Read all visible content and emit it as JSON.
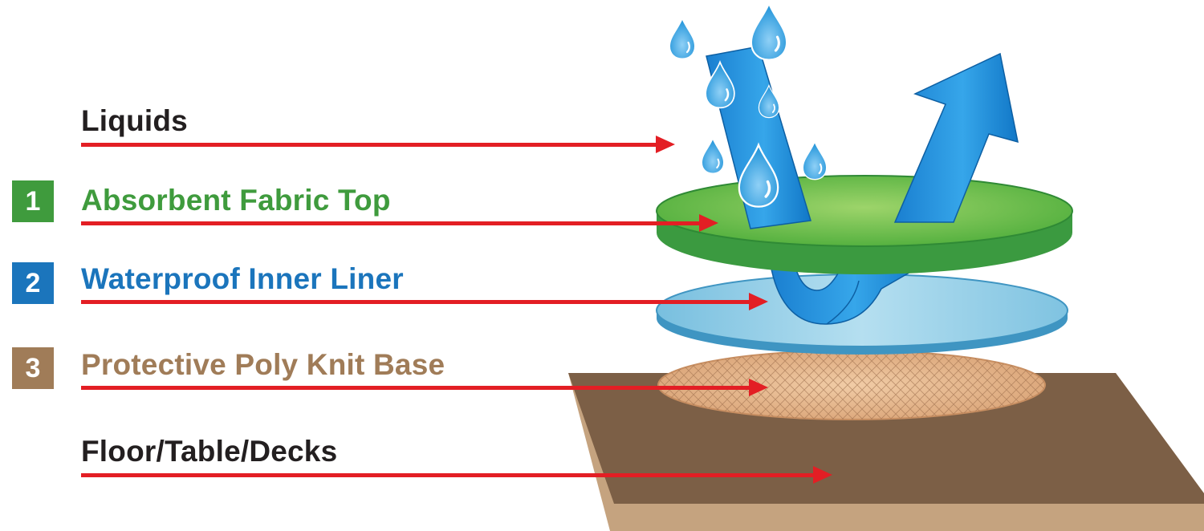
{
  "colors": {
    "arrow_red": "#e31e24",
    "label_dark": "#231f20",
    "green": "#3f9b3d",
    "blue": "#1b75bc",
    "brown": "#a07c58",
    "floor": "#7b5e45",
    "floor_edge": "#c4a27e",
    "water_blue": "#1e88d6"
  },
  "layers": [
    {
      "label": "Liquids"
    },
    {
      "number": "1",
      "label": "Absorbent Fabric Top"
    },
    {
      "number": "2",
      "label": "Waterproof Inner Liner"
    },
    {
      "number": "3",
      "label": "Protective Poly Knit Base"
    },
    {
      "label": "Floor/Table/Decks"
    }
  ]
}
